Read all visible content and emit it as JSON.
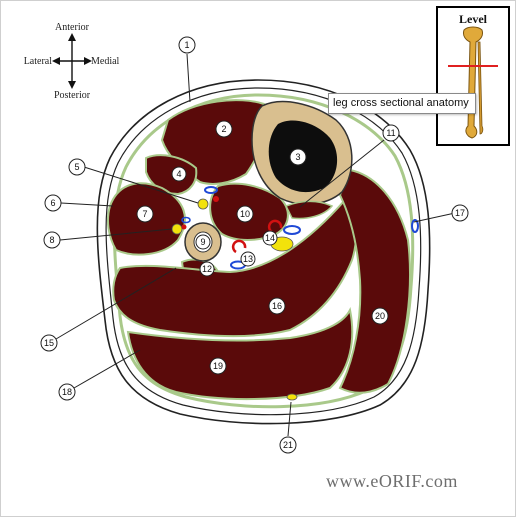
{
  "tooltip": {
    "text": "leg cross sectional anatomy"
  },
  "level_panel": {
    "title": "Level"
  },
  "orientation": {
    "anterior": "Anterior",
    "posterior": "Posterior",
    "lateral": "Lateral",
    "medial": "Medial"
  },
  "labels": [
    "1",
    "2",
    "3",
    "4",
    "5",
    "6",
    "7",
    "8",
    "9",
    "10",
    "11",
    "12",
    "13",
    "14",
    "15",
    "16",
    "17",
    "18",
    "19",
    "20",
    "21"
  ],
  "watermark": "www.eORIF.com",
  "colors": {
    "muscle": "#5a0a0a",
    "fascia": "#a9c98a",
    "bone_cortex": "#d9bf8f",
    "marrow": "#0d0d0d",
    "artery": "#d11111",
    "vein": "#1f49d6",
    "nerve": "#f2e20b"
  }
}
